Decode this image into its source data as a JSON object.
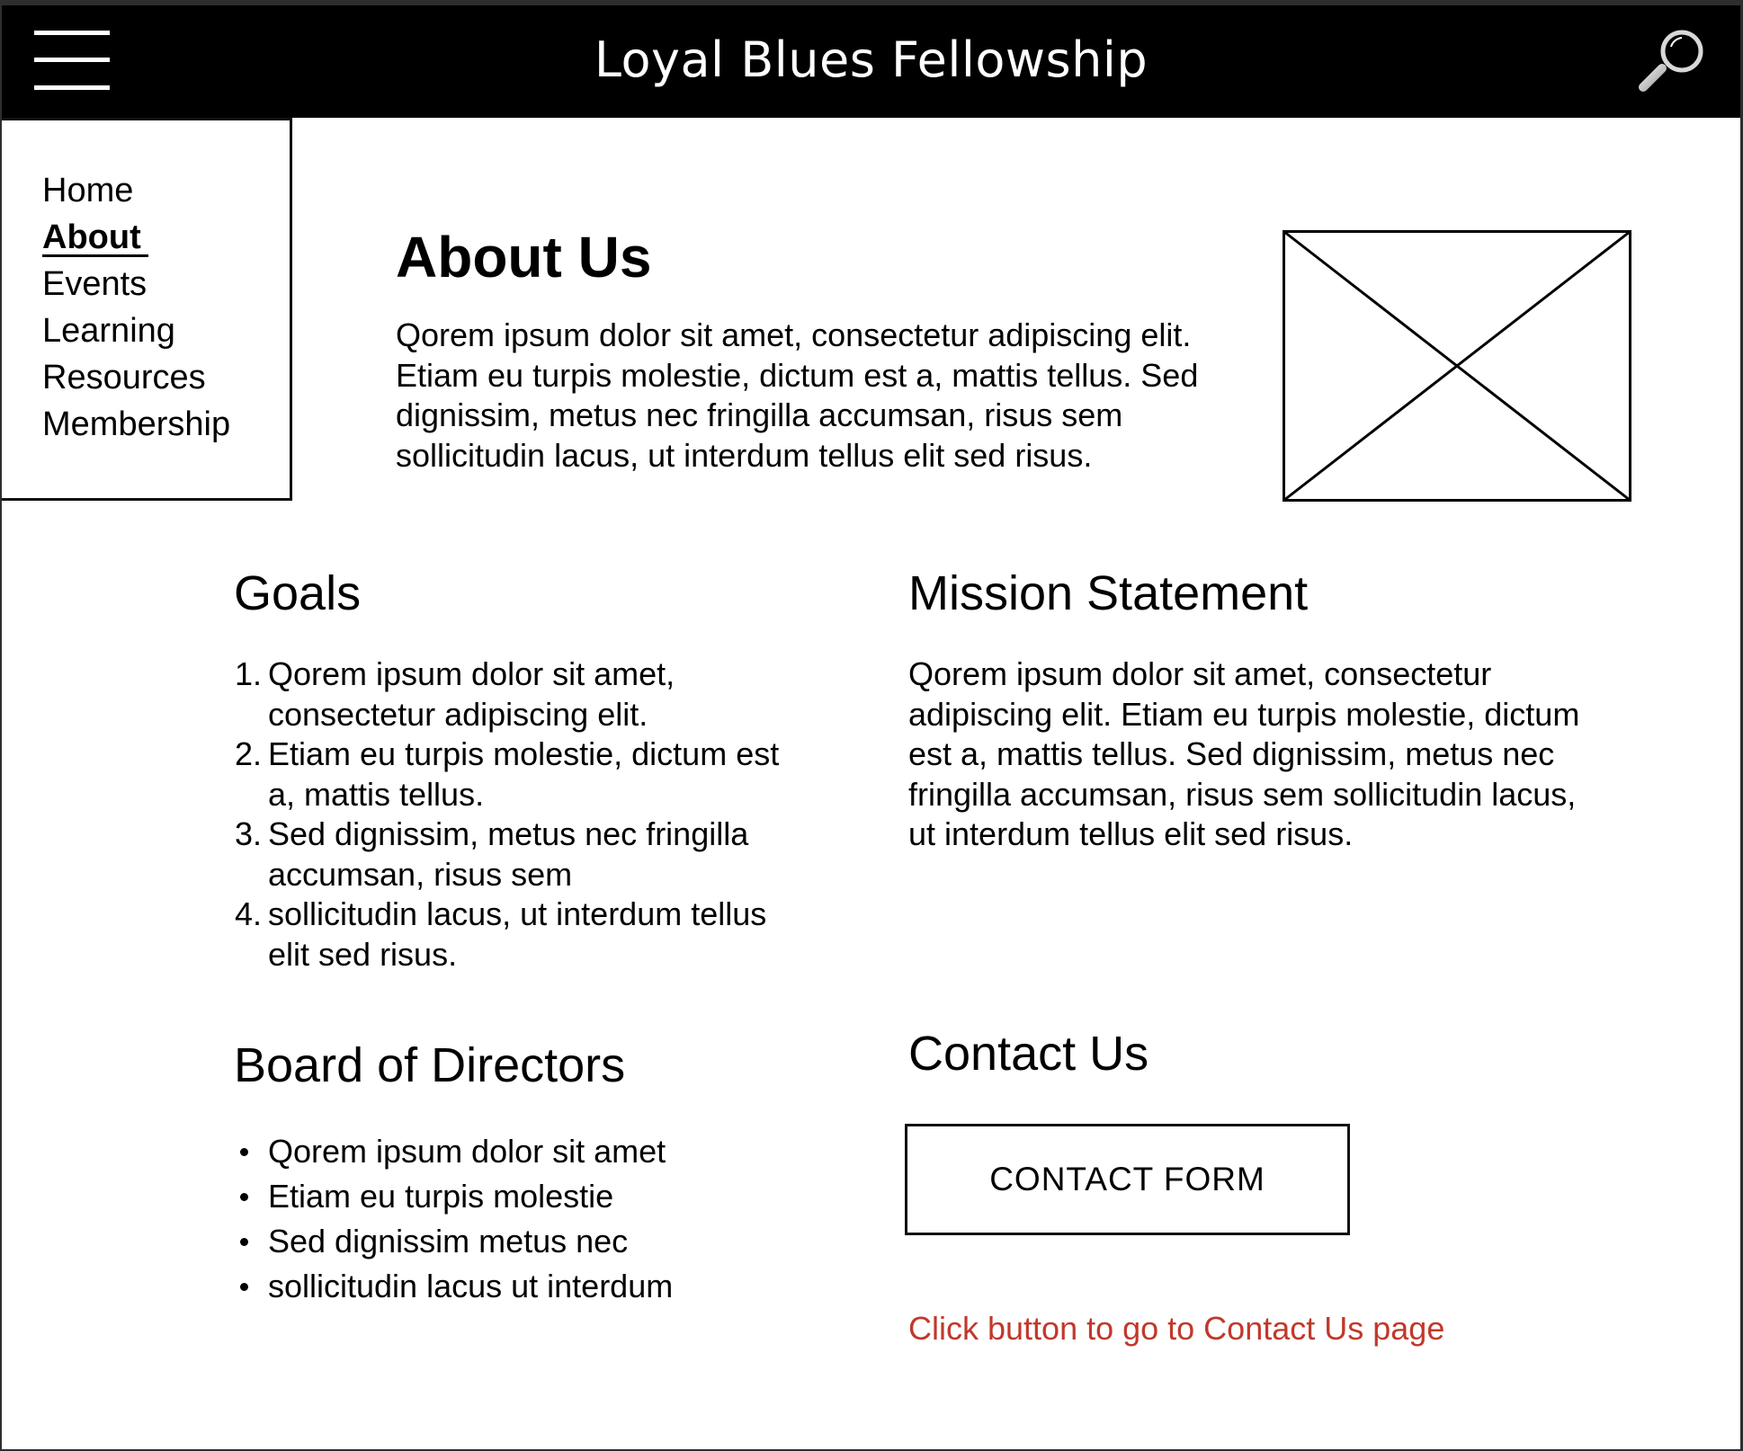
{
  "header": {
    "title": "Loyal Blues Fellowship",
    "menu_icon": "hamburger-menu-icon",
    "search_icon": "magnifier-search-icon"
  },
  "sidenav": {
    "items": [
      {
        "label": "Home",
        "active": false
      },
      {
        "label": "About",
        "active": true
      },
      {
        "label": "Events",
        "active": false
      },
      {
        "label": "Learning",
        "active": false
      },
      {
        "label": "Resources",
        "active": false
      },
      {
        "label": "Membership",
        "active": false
      }
    ]
  },
  "about": {
    "title": "About Us",
    "text": "Qorem ipsum dolor sit amet, consectetur adipiscing elit. Etiam eu turpis molestie, dictum est a, mattis tellus. Sed dignissim, metus nec fringilla accumsan, risus sem sollicitudin lacus, ut interdum tellus elit sed risus.",
    "image_icon": "image-placeholder-icon"
  },
  "goals": {
    "title": "Goals",
    "items": [
      "Qorem ipsum dolor sit amet, consectetur adipiscing elit.",
      "Etiam eu turpis molestie, dictum est a, mattis tellus.",
      "Sed dignissim, metus nec fringilla accumsan, risus sem",
      "sollicitudin lacus, ut interdum tellus elit sed risus."
    ]
  },
  "mission": {
    "title": "Mission Statement",
    "text": "Qorem ipsum dolor sit amet, consectetur adipiscing elit. Etiam eu turpis molestie, dictum est a, mattis tellus. Sed dignissim, metus nec fringilla accumsan, risus sem sollicitudin lacus, ut interdum tellus elit sed risus."
  },
  "board": {
    "title": "Board of Directors",
    "items": [
      "Qorem ipsum dolor sit amet",
      "Etiam eu turpis molestie",
      "Sed dignissim metus nec",
      "sollicitudin lacus ut interdum"
    ]
  },
  "contact": {
    "title": "Contact Us",
    "button_label": "CONTACT FORM",
    "note": "Click button to go to Contact Us page"
  },
  "colors": {
    "header_bg": "#000000",
    "note_text": "#c0392b"
  }
}
